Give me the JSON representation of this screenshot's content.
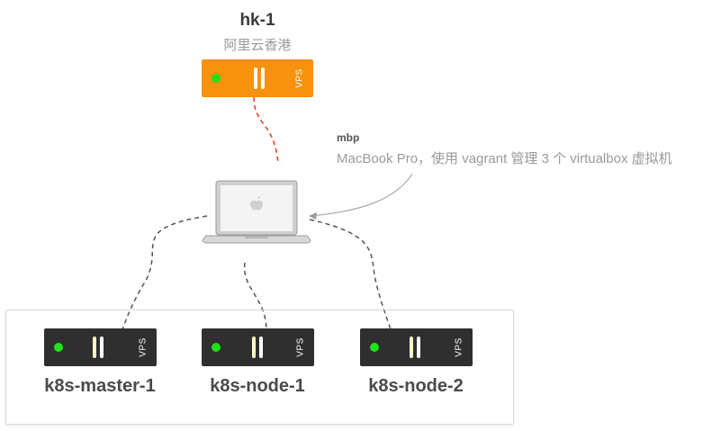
{
  "hub": {
    "title": "hk-1",
    "subtitle": "阿里云香港",
    "tag": "VPS"
  },
  "laptop": {
    "label": "mbp",
    "description": "MacBook Pro，使用 vagrant 管理 3 个 virtualbox 虚拟机"
  },
  "nodes": [
    {
      "name": "k8s-master-1",
      "tag": "VPS"
    },
    {
      "name": "k8s-node-1",
      "tag": "VPS"
    },
    {
      "name": "k8s-node-2",
      "tag": "VPS"
    }
  ],
  "colors": {
    "hub_fill": "#f7910e",
    "node_fill": "#2f2f2f",
    "led_green": "#22e01a",
    "hub_link": "#e8361c",
    "node_link": "#555555",
    "annotation_arrow": "#9a9a9a"
  }
}
